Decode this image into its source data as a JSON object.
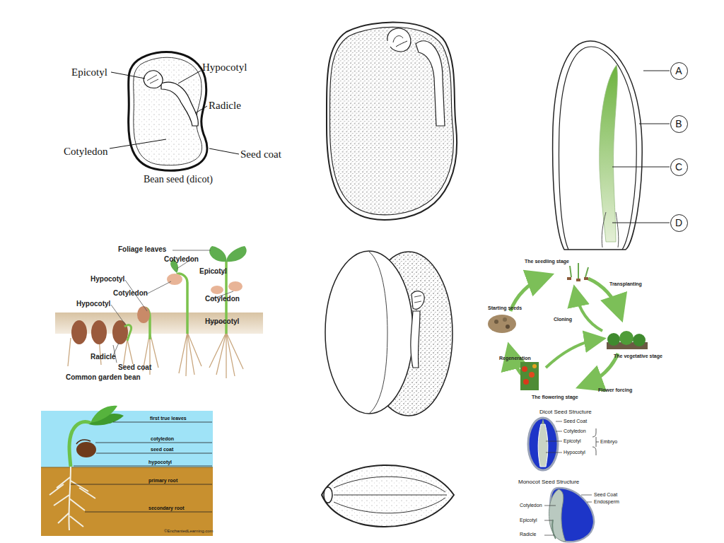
{
  "diagram": {
    "nodes": [
      {
        "text": [
          "A"
        ]
      },
      {
        "text": [
          "B"
        ]
      },
      {
        "text": [
          "C"
        ]
      },
      {
        "text": [
          "D"
        ]
      }
    ],
    "labels": [
      "Epicotyl",
      "Hypocotyl",
      "Radicle",
      "Cotyledon",
      "Seed coat",
      "Bean seed (dicot)",
      "Foliage leaves",
      "Cotyledon",
      "Epicotyl",
      "Hypocotyl",
      "Cotyledon",
      "Cotyledon",
      "Hypocotyl",
      "Hypocotyl",
      "Radicle",
      "Seed coat",
      "Common garden bean",
      "The seedling stage",
      "Transplanting",
      "Starting seeds",
      "Cloning",
      "The vegetative stage",
      "Regeneration",
      "Flower forcing",
      "The flowering stage",
      "Dicot Seed Structure",
      "Seed Coat",
      "Cotyledon",
      "Epicotyl",
      "Hypocotyl",
      "Embryo",
      "Monocot Seed Structure",
      "Seed Coat",
      "Endosperm",
      "Cotyledon",
      "Epicotyl",
      "Radicle",
      "first true leaves",
      "cotyledon",
      "seed coat",
      "hypocotyl",
      "primary root",
      "secondary root",
      "©EnchantedLearning.com"
    ]
  }
}
